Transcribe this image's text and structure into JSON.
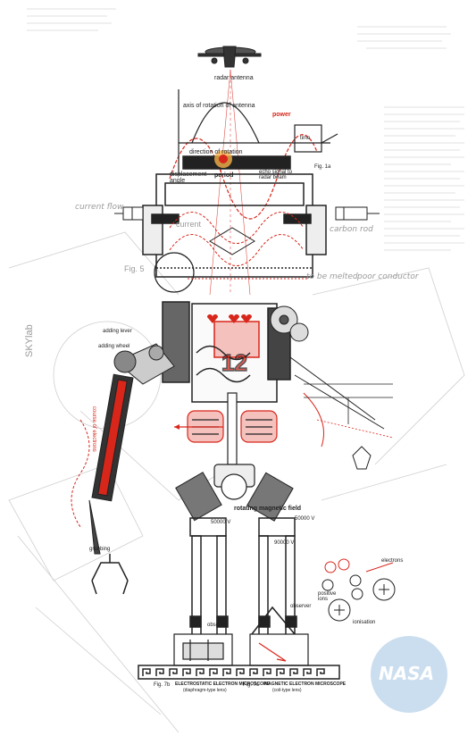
{
  "labels": {
    "radar_antenna": "radar antenna",
    "axis_rotation": "axis of rotation of antenna",
    "power": "power",
    "time": "time",
    "direction_of_rotation": "direction of rotation",
    "fig_1a": "Fig. 1a",
    "displacement_angle": "displacement angle",
    "period": "period",
    "echo_signal": "echo signal to radar beam",
    "current_flow": "current flow",
    "current": "current",
    "carbon_rod": "carbon rod",
    "fig_5": "Fig. 5",
    "to_be_melted": "to be melted",
    "poor_conductor": "poor conductor",
    "skylab": "SKYlab",
    "adding_lever": "adding lever",
    "adding_wheel": "adding wheel",
    "grabbing": "grabbing",
    "rotating_magnetic_field": "rotating magnetic field",
    "v_50000_left": "50000 V",
    "v_50000_right": "50000 V",
    "v_90000": "90000 V",
    "electrons": "electrons",
    "positive_ions": "positive ions",
    "ionisation": "ionisation",
    "observer_left": "observer",
    "observer_right": "observer",
    "fig_7b": "Fig. 7b",
    "electrostatic_microscope": "ELECTROSTATIC ELECTRON MICROSCOPE",
    "diaphragm_lens": "(diaphragm-type lens)",
    "fig_7c": "Fig. 7c",
    "magnetic_microscope": "MAGNETIC ELECTRON MICROSCOPE",
    "coil_lens": "(coil-type lens)",
    "nasa": "NASA",
    "big_number": "12",
    "course_of_electrons": "course of electrons"
  },
  "colors": {
    "accent_red": "#d8261b",
    "ink": "#222222",
    "faint": "#bdbdbd",
    "nasa_blue": "#b9d3ea"
  }
}
